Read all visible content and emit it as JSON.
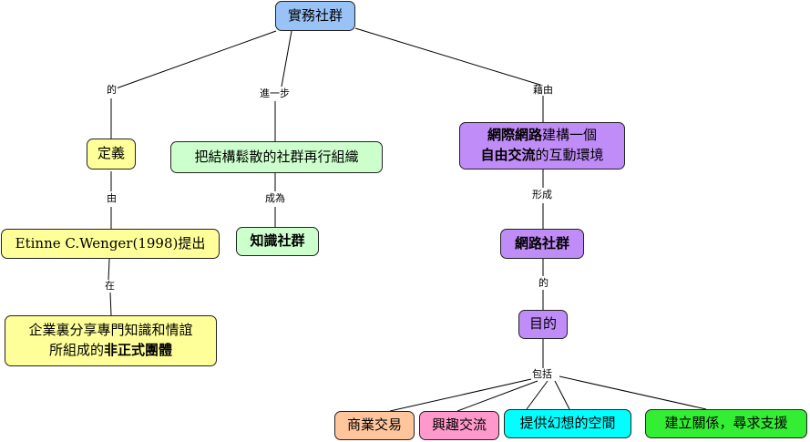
{
  "colors": {
    "root": "#99c2f6",
    "yellow": "#ffff99",
    "green": "#ccffcc",
    "purple": "#c08cf7",
    "orange": "#ffc59c",
    "pink": "#ff99cc",
    "cyan": "#00ffff",
    "bright_green": "#33ee33"
  },
  "nodes": {
    "root": "實務社群",
    "definition": "定義",
    "organize": "把結構鬆散的社群再行組織",
    "network_env": {
      "line1_bold": "網際網路",
      "line1_rest": "建構一個",
      "line2_bold": "自由交流",
      "line2_rest": "的互動環境"
    },
    "wenger": "Etinne C.Wenger(1998)提出",
    "knowledge_community": "知識社群",
    "network_community": "網路社群",
    "informal_group": {
      "line1": "企業裏分享專門知識和情誼",
      "line2_pre": "所組成的",
      "line2_bold": "非正式團體"
    },
    "purpose": "目的",
    "commerce": "商業交易",
    "interest": "興趣交流",
    "fantasy": "提供幻想的空間",
    "relationship": "建立關係，尋求支援"
  },
  "links": {
    "of": "的",
    "further": "進一步",
    "via": "藉由",
    "by": "由",
    "become": "成為",
    "form": "形成",
    "of2": "的",
    "in": "在",
    "include": "包括"
  }
}
